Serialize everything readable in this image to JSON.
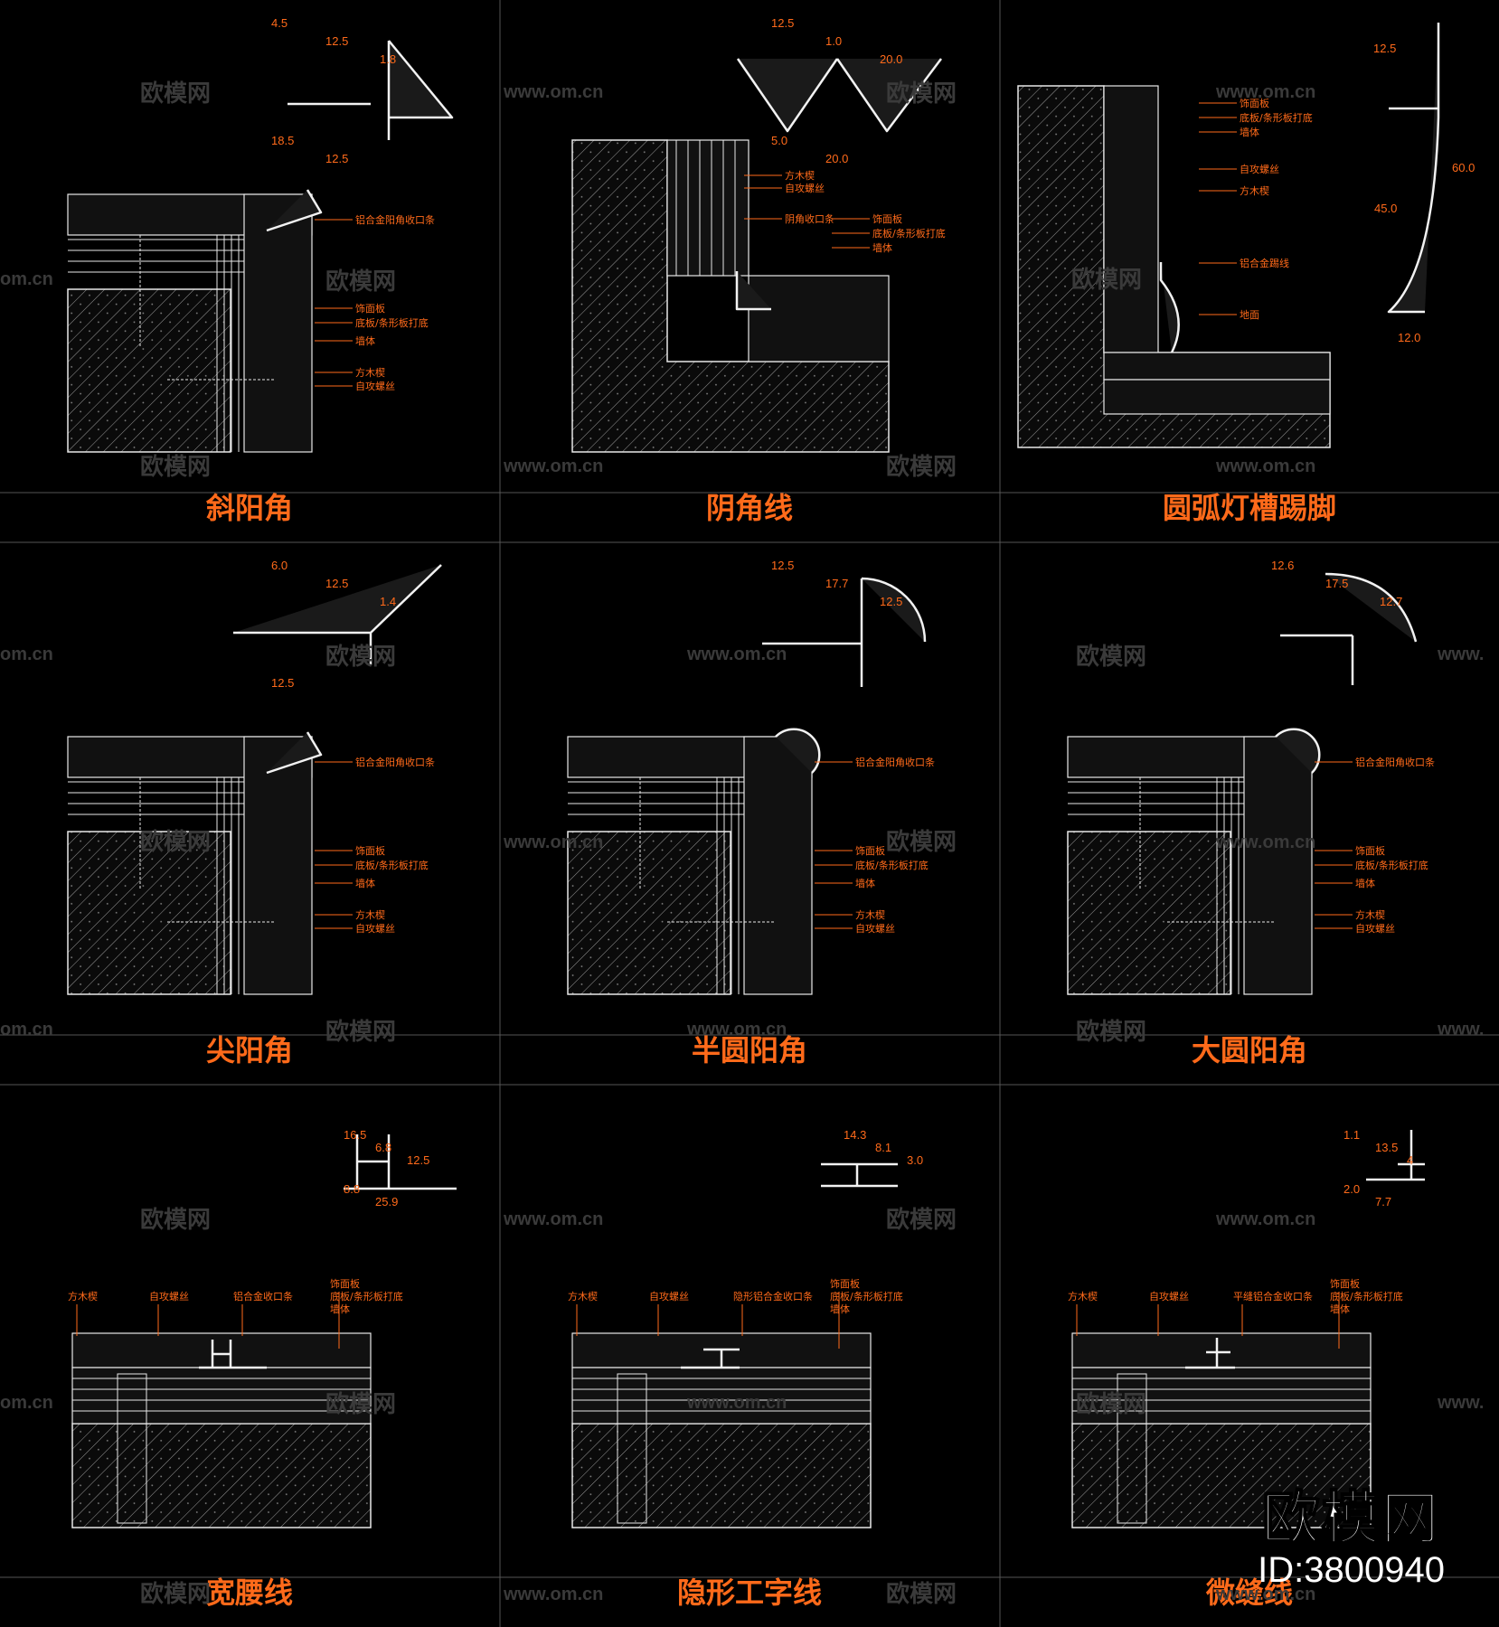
{
  "panels": [
    {
      "title": "斜阳角",
      "labels": [
        "铝合金阳角收口条",
        "饰面板",
        "底板/条形板打底",
        "墙体",
        "方木楔",
        "自攻螺丝"
      ],
      "dims": [
        "4.5",
        "12.5",
        "1.8",
        "18.5",
        "12.5"
      ]
    },
    {
      "title": "阴角线",
      "labels": [
        "方木楔",
        "自攻螺丝",
        "阴角收口条",
        "饰面板",
        "底板/条形板打底",
        "墙体"
      ],
      "dims": [
        "12.5",
        "1.0",
        "20.0",
        "5.0",
        "20.0"
      ]
    },
    {
      "title": "圆弧灯槽踢脚",
      "labels": [
        "饰面板",
        "底板/条形板打底",
        "墙体",
        "自攻螺丝",
        "方木楔",
        "铝合金踢线",
        "地面"
      ],
      "dims": [
        "12.5",
        "45.0",
        "60.0",
        "12.0"
      ]
    },
    {
      "title": "尖阳角",
      "labels": [
        "铝合金阳角收口条",
        "饰面板",
        "底板/条形板打底",
        "墙体",
        "方木楔",
        "自攻螺丝"
      ],
      "dims": [
        "6.0",
        "12.5",
        "1.4",
        "12.5"
      ]
    },
    {
      "title": "半圆阳角",
      "labels": [
        "铝合金阳角收口条",
        "饰面板",
        "底板/条形板打底",
        "墙体",
        "方木楔",
        "自攻螺丝"
      ],
      "dims": [
        "12.5",
        "17.7",
        "12.5"
      ]
    },
    {
      "title": "大圆阳角",
      "labels": [
        "铝合金阳角收口条",
        "饰面板",
        "底板/条形板打底",
        "墙体",
        "方木楔",
        "自攻螺丝"
      ],
      "dims": [
        "12.6",
        "17.5",
        "12.7"
      ]
    },
    {
      "title": "宽腰线",
      "labels": [
        "方木楔",
        "自攻螺丝",
        "铝合金收口条",
        "饰面板",
        "底板/条形板打底",
        "墙体"
      ],
      "dims": [
        "16.5",
        "6.8",
        "12.5",
        "8.8",
        "25.9"
      ]
    },
    {
      "title": "隐形工字线",
      "labels": [
        "方木楔",
        "自攻螺丝",
        "隐形铝合金收口条",
        "饰面板",
        "底板/条形板打底",
        "墙体"
      ],
      "dims": [
        "14.3",
        "8.1",
        "3.0"
      ]
    },
    {
      "title": "微缝线",
      "labels": [
        "方木楔",
        "自攻螺丝",
        "平缝铝合金收口条",
        "饰面板",
        "底板/条形板打底",
        "墙体"
      ],
      "dims": [
        "1.1",
        "13.5",
        "4",
        "2.0",
        "7.7"
      ]
    }
  ],
  "watermarks": {
    "cn": "欧模网",
    "url": "www.om.cn",
    "edge": "om.cn",
    "edge2": "www."
  },
  "corner_logo": {
    "name": "欧模网",
    "id": "ID:3800940"
  },
  "colors": {
    "accent": "#ff6a1a",
    "line": "#e8e8e8",
    "background": "#000000"
  }
}
